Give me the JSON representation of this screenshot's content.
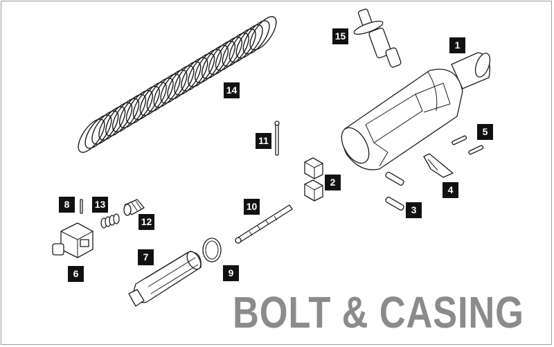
{
  "title": "BOLT & CASING",
  "parts": [
    {
      "id": "1",
      "name": "casing",
      "icon": "casing-icon"
    },
    {
      "id": "2",
      "name": "blocks",
      "icon": "block-icon"
    },
    {
      "id": "3",
      "name": "pins",
      "icon": "pin-icon"
    },
    {
      "id": "4",
      "name": "plate",
      "icon": "plate-icon"
    },
    {
      "id": "5",
      "name": "small-pins",
      "icon": "small-pin-icon"
    },
    {
      "id": "6",
      "name": "hop-up-unit",
      "icon": "hop-up-icon"
    },
    {
      "id": "7",
      "name": "bolt",
      "icon": "bolt-icon"
    },
    {
      "id": "8",
      "name": "needle",
      "icon": "needle-icon"
    },
    {
      "id": "9",
      "name": "o-ring",
      "icon": "o-ring-icon"
    },
    {
      "id": "10",
      "name": "guide-rod",
      "icon": "guide-rod-icon"
    },
    {
      "id": "11",
      "name": "long-pin",
      "icon": "long-pin-icon"
    },
    {
      "id": "12",
      "name": "nozzle",
      "icon": "nozzle-icon"
    },
    {
      "id": "13",
      "name": "small-spring",
      "icon": "small-spring-icon"
    },
    {
      "id": "14",
      "name": "recoil-spring",
      "icon": "spring-icon"
    },
    {
      "id": "15",
      "name": "charging-knob",
      "icon": "knob-icon"
    }
  ]
}
